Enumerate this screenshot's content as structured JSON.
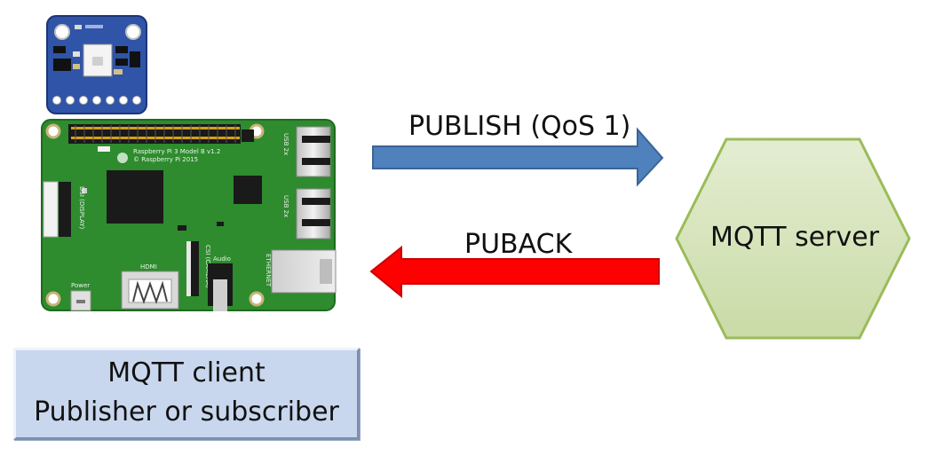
{
  "messages": {
    "publish": "PUBLISH (QoS 1)",
    "puback": "PUBACK"
  },
  "server": {
    "label": "MQTT server"
  },
  "client": {
    "line1": "MQTT client",
    "line2": "Publisher or subscriber"
  },
  "board": {
    "model_text": "Raspberry Pi 3 Model B v1.2",
    "copyright_text": "© Raspberry Pi 2015",
    "port_usb1": "USB 2x",
    "port_usb2": "USB 2x",
    "port_ethernet": "ETHERNET",
    "port_hdmi": "HDMI",
    "port_audio": "Audio",
    "port_power": "Power",
    "port_dsi": "DSI (DISPLAY)",
    "port_csi": "CSI (CAMERA)"
  },
  "colors": {
    "publish_arrow": "#4f81bd",
    "puback_arrow": "#ff0000",
    "server_fill": "#d7e4bd",
    "client_fill": "#c8d7ee",
    "pcb_green": "#2e8b2e",
    "sensor_blue": "#2f54a8"
  }
}
